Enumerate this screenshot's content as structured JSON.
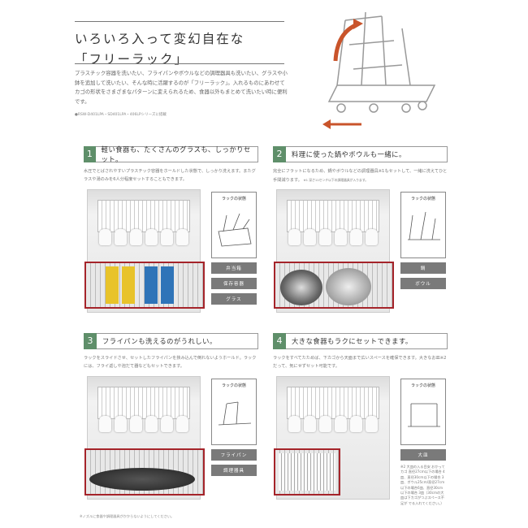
{
  "header": {
    "title_line1": "いろいろ入って変幻自在な",
    "title_line2": "「フリーラック」",
    "intro": "プラスチック容器を洗いたい、フライパンやボウルなどの調理器具も洗いたい、グラスや小鉢を追加して洗いたい、そんな時に活躍するのが「フリーラック」。入れるものにあわせてカゴの形状をさまざまなパターンに変えられるため、食器以外もまとめて洗いたい時に便利です。",
    "model_note": "●RSW-D401LPA・SD401LPA・406LPシリーズに搭載"
  },
  "panels": [
    {
      "number": "1",
      "title": "軽い食器も、たくさんのグラスも、しっかりセット。",
      "body": "水圧でとばされやすいプラスチック容器をホールドした状態で、しっかり洗えます。またグラスや湯のみを6人分程度セットすることもできます。",
      "rack_caption": "ラックの状態",
      "labels": [
        "弁当箱",
        "保存容器",
        "グラス"
      ]
    },
    {
      "number": "2",
      "title": "料理に使った鍋やボウルも一緒に。",
      "body": "完全にフラットになるため、鍋やボウルなどの調理器具※1もセットして、一緒に洗えてひと手間減ります。",
      "footnote": "※1 深さ11センチ以下の調理器具が入ります。",
      "rack_caption": "ラックの状態",
      "labels": [
        "鍋",
        "ボウル"
      ]
    },
    {
      "number": "3",
      "title": "フライパンも洗えるのがうれしい。",
      "body": "ラックをスライドさせ、セットしたフライパンを挟み込んで倒れないようホールド。ラックには、フライ返しや泡だて器などもセットできます。",
      "rack_caption": "ラックの状態",
      "labels": [
        "フライパン",
        "調理器具"
      ]
    },
    {
      "number": "4",
      "title": "大きな食器もラクにセットできます。",
      "body": "ラックをすべてたためば、下カゴから天面まで広いスペースを確保できます。大きなお皿※2だって、気にせずセット可能です。",
      "rack_caption": "ラックの状態",
      "labels": [
        "大皿"
      ],
      "note": "※2 大皿の入る目安 おかって カゴ 直径27cm以下の場合 4皿、直径30cm以下の場合 3皿、ボウル25cm/直径27cm 以下の場合6皿、直径30cm 以下の場合 3皿（30cmの大 皿は下カゴがつぶスペース不足が でる入れてください。）"
    }
  ],
  "footer": "※ノズルに食器や調理器具がかからないようにしてください。",
  "colors": {
    "accent": "#5f8f6a",
    "highlight": "#a5242a",
    "label": "#7a7a7a"
  }
}
